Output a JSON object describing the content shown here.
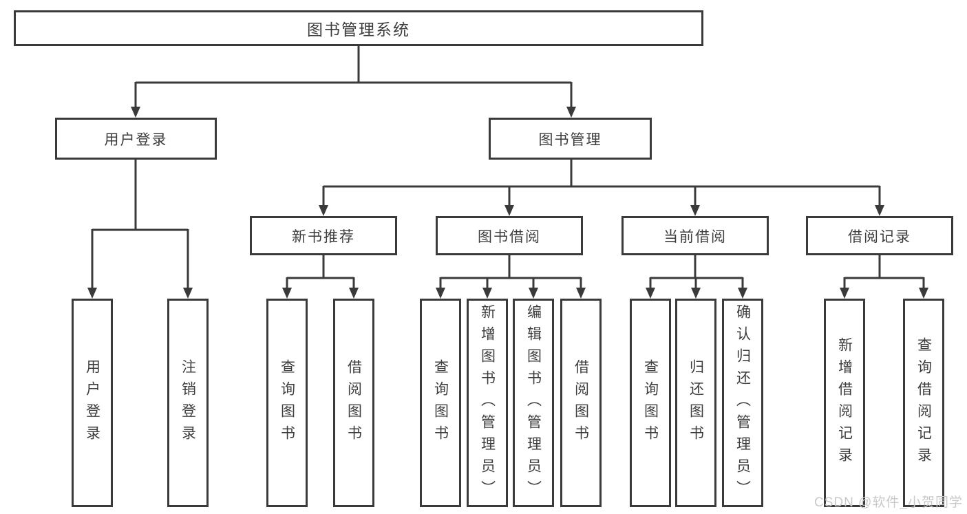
{
  "colors": {
    "line": "#3a3a3a",
    "box_border": "#3a3a3a",
    "box_background": "#ffffff",
    "text": "#3d3d3d",
    "watermark": "#c9c9c9"
  },
  "diagram": {
    "root": {
      "label": "图书管理系统"
    },
    "level2": [
      {
        "label": "用户登录"
      },
      {
        "label": "图书管理"
      }
    ],
    "level3": [
      {
        "label": "新书推荐",
        "parent": "图书管理"
      },
      {
        "label": "图书借阅",
        "parent": "图书管理"
      },
      {
        "label": "当前借阅",
        "parent": "图书管理"
      },
      {
        "label": "借阅记录",
        "parent": "图书管理"
      }
    ],
    "leaves": [
      {
        "label": "用户登录",
        "parent": "用户登录"
      },
      {
        "label": "注销登录",
        "parent": "用户登录"
      },
      {
        "label": "查询图书",
        "parent": "新书推荐"
      },
      {
        "label": "借阅图书",
        "parent": "新书推荐"
      },
      {
        "label": "查询图书",
        "parent": "图书借阅"
      },
      {
        "label": "新增图书（管理员）",
        "parent": "图书借阅"
      },
      {
        "label": "编辑图书（管理员）",
        "parent": "图书借阅"
      },
      {
        "label": "借阅图书",
        "parent": "图书借阅"
      },
      {
        "label": "查询图书",
        "parent": "当前借阅"
      },
      {
        "label": "归还图书",
        "parent": "当前借阅"
      },
      {
        "label": "确认归还（管理员）",
        "parent": "当前借阅"
      },
      {
        "label": "新增借阅记录",
        "parent": "借阅记录"
      },
      {
        "label": "查询借阅记录",
        "parent": "借阅记录"
      }
    ]
  },
  "watermark": {
    "label": "CSDN @软件_小贺同学"
  }
}
